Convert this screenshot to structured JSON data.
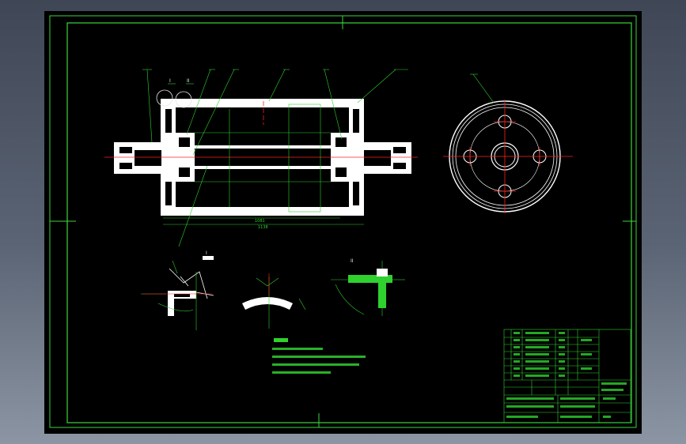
{
  "colors": {
    "background": "#4d5566",
    "sheet": "#000000",
    "frame": "#3cd43c",
    "part": "#ffffff",
    "centerline": "#ff2020",
    "dimension": "#2fd12f"
  },
  "main_view": {
    "balloon_labels": [
      "I",
      "II"
    ],
    "dimensions": [
      "1081",
      "1138"
    ]
  },
  "detail_views": {
    "section_labels": [
      "I",
      "II"
    ]
  }
}
